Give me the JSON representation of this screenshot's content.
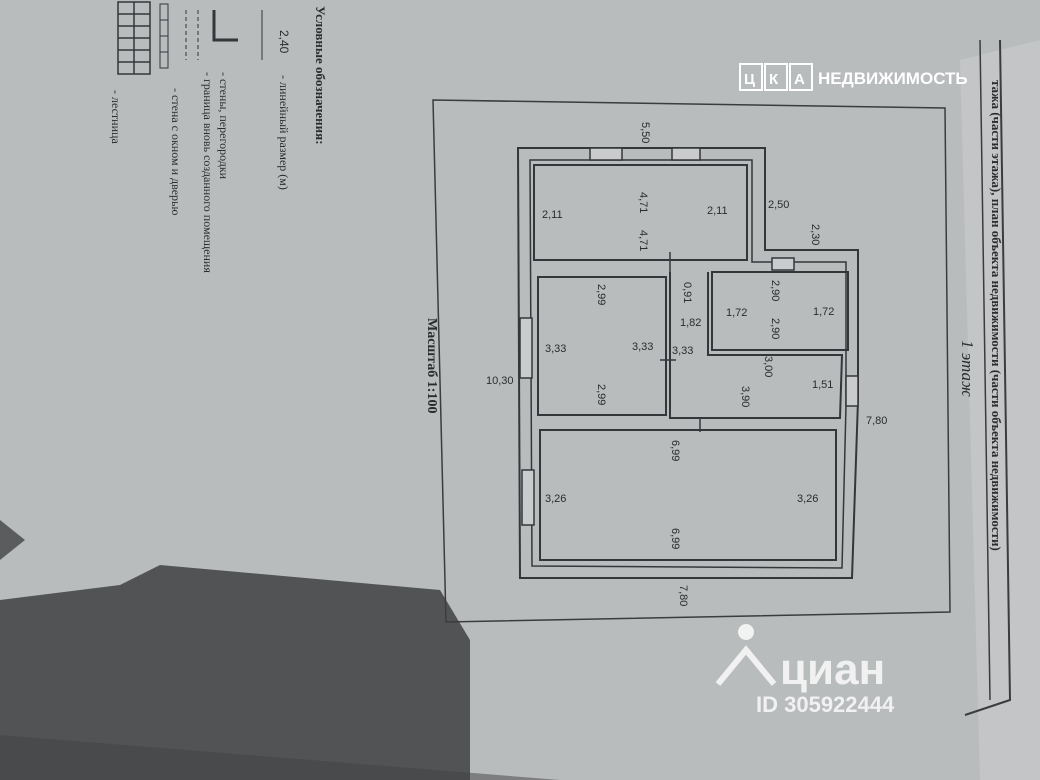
{
  "document": {
    "header_line1": "тажа (части этажа), план объекта недвижимости (части объекта недвижимости)",
    "floor_label": "1 этаж",
    "scale_label": "Масштаб 1:100"
  },
  "legend": {
    "title": "Условные обозначения:",
    "dimension_sample": "2,40",
    "dimension_desc": "- линейный размер (м)",
    "walls_desc": "- стены, перегородки",
    "boundary_desc": "- граница вновь созданного помещения",
    "window_door_desc": "- стена с окном и дверью",
    "stairs_desc": "- лестница"
  },
  "dimensions": {
    "outer_top": "5,50",
    "outer_left": "10,30",
    "outer_bottom": "7,80",
    "outer_right": "7,80",
    "step_a": "2,50",
    "step_b": "2,30",
    "room1_w1": "4,71",
    "room1_w2": "4,71",
    "room1_h1": "2,11",
    "room1_h2": "2,11",
    "room2_a": "2,99",
    "room2_b": "2,99",
    "room2_c": "3,33",
    "room2_d": "3,33",
    "corr_a": "0,91",
    "corr_b": "1,82",
    "corr_c": "3,33",
    "room3_a": "2,90",
    "room3_b": "2,90",
    "room3_c": "1,72",
    "room3_d": "1,72",
    "room4_a": "3,00",
    "room4_b": "3,90",
    "room4_c": "1,51",
    "room5_a": "6,99",
    "room5_b": "6,99",
    "room5_c": "3,26",
    "room5_d": "3,26"
  },
  "watermarks": {
    "top_brand_letters": [
      "Ц",
      "К",
      "А"
    ],
    "top_brand_text": "НЕДВИЖИМОСТЬ",
    "cian_name": "циан",
    "cian_id": "ID 305922444"
  }
}
